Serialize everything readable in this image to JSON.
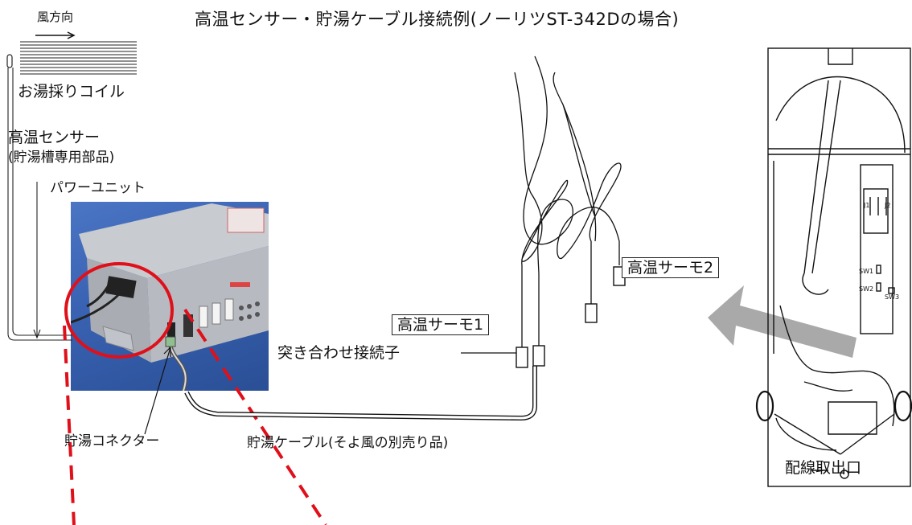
{
  "title": "高温センサー・貯湯ケーブル接続例(ノーリツST-342Dの場合)",
  "labels": {
    "wind_direction": "風方向",
    "coil": "お湯採りコイル",
    "sensor_line1": "高温センサー",
    "sensor_line2": "(貯湯槽専用部品)",
    "power_unit": "パワーユニット",
    "storage_connector": "貯湯コネクター",
    "storage_cable": "貯湯ケーブル(そよ風の別売り品)",
    "butt_connector": "突き合わせ接続子",
    "thermo1": "高温サーモ1",
    "thermo2": "高温サーモ2",
    "wiring_outlet": "配線取出口"
  },
  "tank_labels": {
    "j1": "J1",
    "j2": "J2",
    "sw1": "SW1",
    "sw2": "SW2",
    "sw3": "SW3"
  },
  "colors": {
    "dashed_line": "#e0101a",
    "highlight_circle": "#e0101a",
    "arrow": "#a9a9a9",
    "photo_background": "#3b65b6"
  }
}
